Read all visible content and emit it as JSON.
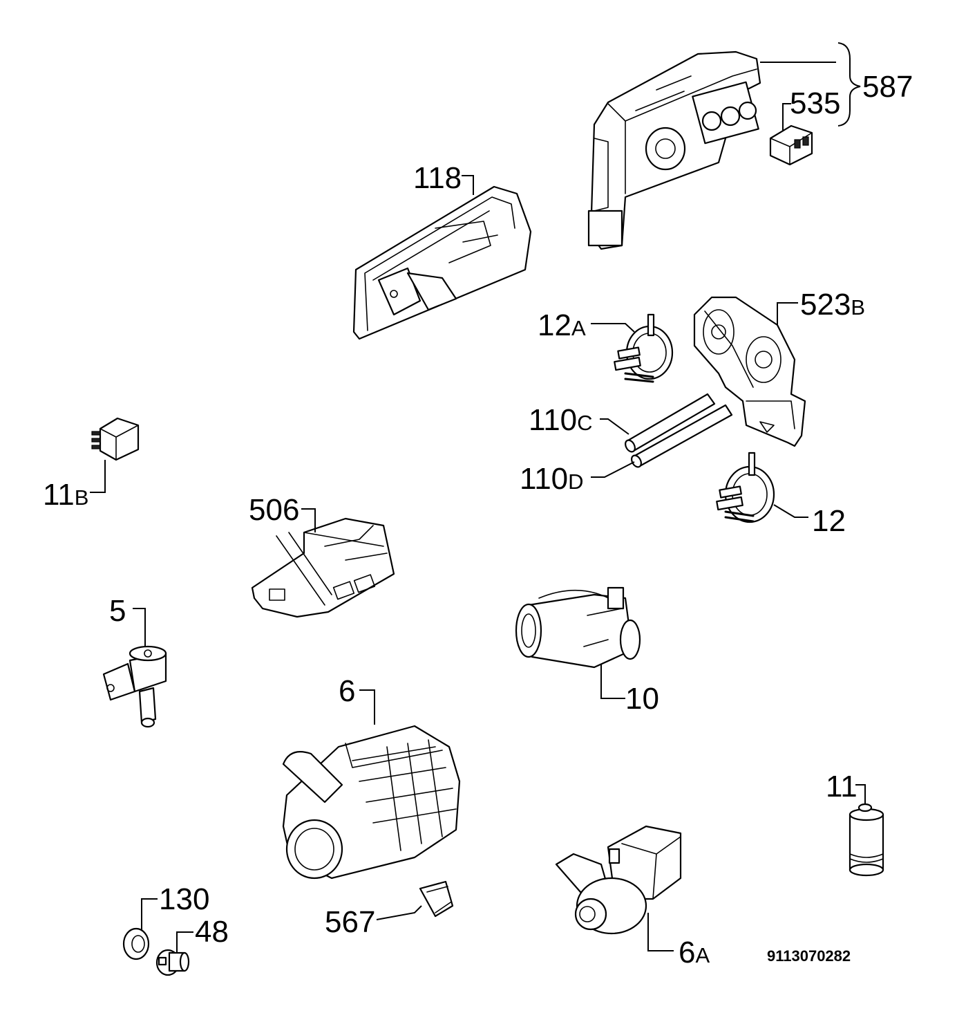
{
  "diagram": {
    "document_number": "9113070282",
    "callouts": [
      {
        "id": "c587",
        "num": "587",
        "suffix": ""
      },
      {
        "id": "c535",
        "num": "535",
        "suffix": ""
      },
      {
        "id": "c118",
        "num": "118",
        "suffix": ""
      },
      {
        "id": "c523b",
        "num": "523",
        "suffix": "B"
      },
      {
        "id": "c12a",
        "num": "12",
        "suffix": "A"
      },
      {
        "id": "c110c",
        "num": "110",
        "suffix": "C"
      },
      {
        "id": "c110d",
        "num": "110",
        "suffix": "D"
      },
      {
        "id": "c12",
        "num": "12",
        "suffix": ""
      },
      {
        "id": "c11b",
        "num": "11",
        "suffix": "B"
      },
      {
        "id": "c506",
        "num": "506",
        "suffix": ""
      },
      {
        "id": "c5",
        "num": "5",
        "suffix": ""
      },
      {
        "id": "c10",
        "num": "10",
        "suffix": ""
      },
      {
        "id": "c6",
        "num": "6",
        "suffix": ""
      },
      {
        "id": "c11",
        "num": "11",
        "suffix": ""
      },
      {
        "id": "c130",
        "num": "130",
        "suffix": ""
      },
      {
        "id": "c48",
        "num": "48",
        "suffix": ""
      },
      {
        "id": "c567",
        "num": "567",
        "suffix": ""
      },
      {
        "id": "c6a",
        "num": "6",
        "suffix": "A"
      }
    ]
  }
}
